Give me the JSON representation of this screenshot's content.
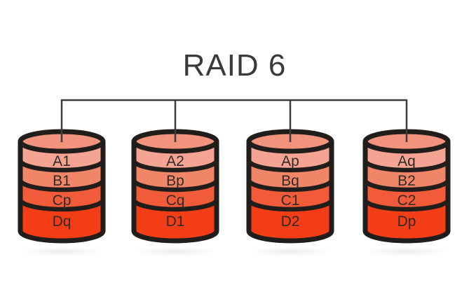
{
  "title": "RAID 6",
  "colors": {
    "background": "#ffffff",
    "title": "#3a3a3a",
    "connector": "#3c3c3c",
    "outline": "#211d1a",
    "label": "#2f2b29",
    "disk_top": "#f2937e",
    "band_a": "#f5a493",
    "band_b": "#f08568",
    "band_c": "#f15b39",
    "band_d": "#f33d16"
  },
  "disks": [
    {
      "blocks": [
        "A1",
        "B1",
        "Cp",
        "Dq"
      ]
    },
    {
      "blocks": [
        "A2",
        "Bp",
        "Cq",
        "D1"
      ]
    },
    {
      "blocks": [
        "Ap",
        "Bq",
        "C1",
        "D2"
      ]
    },
    {
      "blocks": [
        "Aq",
        "B2",
        "C2",
        "Dp"
      ]
    }
  ]
}
